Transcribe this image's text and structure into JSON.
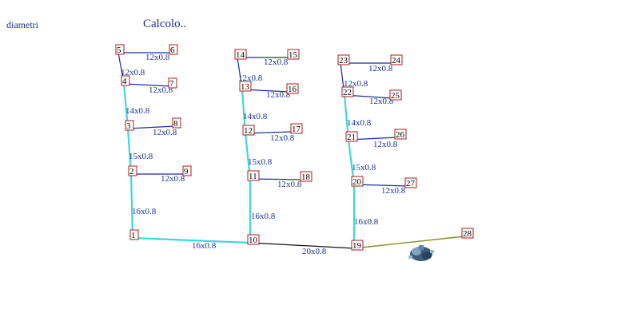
{
  "header": {
    "left_label": "diametri",
    "title": "Calcolo.."
  },
  "colors": {
    "riser": "#3fd6dc",
    "branch": "#1a2f9e",
    "main_dark": "#111111",
    "main_olive": "#8b8a2a",
    "node_border": "#b01818",
    "text": "#1a2f9e"
  },
  "diagram": {
    "nodes": [
      {
        "id": "1",
        "label": "1"
      },
      {
        "id": "2",
        "label": "2"
      },
      {
        "id": "3",
        "label": "3"
      },
      {
        "id": "4",
        "label": "4"
      },
      {
        "id": "5",
        "label": "5"
      },
      {
        "id": "6",
        "label": "6"
      },
      {
        "id": "7",
        "label": "7"
      },
      {
        "id": "8",
        "label": "8"
      },
      {
        "id": "9",
        "label": "9"
      },
      {
        "id": "10",
        "label": "10"
      },
      {
        "id": "11",
        "label": "11"
      },
      {
        "id": "12",
        "label": "12"
      },
      {
        "id": "13",
        "label": "13"
      },
      {
        "id": "14",
        "label": "14"
      },
      {
        "id": "15",
        "label": "15"
      },
      {
        "id": "16",
        "label": "16"
      },
      {
        "id": "17",
        "label": "17"
      },
      {
        "id": "18",
        "label": "18"
      },
      {
        "id": "19",
        "label": "19"
      },
      {
        "id": "20",
        "label": "20"
      },
      {
        "id": "21",
        "label": "21"
      },
      {
        "id": "22",
        "label": "22"
      },
      {
        "id": "23",
        "label": "23"
      },
      {
        "id": "24",
        "label": "24"
      },
      {
        "id": "25",
        "label": "25"
      },
      {
        "id": "26",
        "label": "26"
      },
      {
        "id": "27",
        "label": "27"
      },
      {
        "id": "28",
        "label": "28"
      }
    ],
    "edges": [
      {
        "from": "1",
        "to": "10",
        "label": "16x0.8",
        "kind": "riser"
      },
      {
        "from": "10",
        "to": "19",
        "label": "20x0.8",
        "kind": "main_dark"
      },
      {
        "from": "19",
        "to": "28",
        "label": "",
        "kind": "main_olive"
      },
      {
        "from": "1",
        "to": "2",
        "label": "16x0.8",
        "kind": "riser"
      },
      {
        "from": "2",
        "to": "3",
        "label": "15x0.8",
        "kind": "riser"
      },
      {
        "from": "3",
        "to": "4",
        "label": "14x0.8",
        "kind": "riser"
      },
      {
        "from": "4",
        "to": "5",
        "label": "12x0.8",
        "kind": "branch"
      },
      {
        "from": "5",
        "to": "6",
        "label": "12x0.8",
        "kind": "branch"
      },
      {
        "from": "4",
        "to": "7",
        "label": "12x0.8",
        "kind": "branch"
      },
      {
        "from": "3",
        "to": "8",
        "label": "12x0.8",
        "kind": "branch"
      },
      {
        "from": "2",
        "to": "9",
        "label": "12x0.8",
        "kind": "branch"
      },
      {
        "from": "10",
        "to": "11",
        "label": "16x0.8",
        "kind": "riser"
      },
      {
        "from": "11",
        "to": "12",
        "label": "15x0.8",
        "kind": "riser"
      },
      {
        "from": "12",
        "to": "13",
        "label": "14x0.8",
        "kind": "riser"
      },
      {
        "from": "13",
        "to": "14",
        "label": "12x0.8",
        "kind": "branch"
      },
      {
        "from": "14",
        "to": "15",
        "label": "12x0.8",
        "kind": "branch"
      },
      {
        "from": "13",
        "to": "16",
        "label": "12x0.8",
        "kind": "branch"
      },
      {
        "from": "12",
        "to": "17",
        "label": "12x0.8",
        "kind": "branch"
      },
      {
        "from": "11",
        "to": "18",
        "label": "12x0.8",
        "kind": "branch"
      },
      {
        "from": "19",
        "to": "20",
        "label": "16x0.8",
        "kind": "riser"
      },
      {
        "from": "20",
        "to": "21",
        "label": "15x0.8",
        "kind": "riser"
      },
      {
        "from": "21",
        "to": "22",
        "label": "14x0.8",
        "kind": "riser"
      },
      {
        "from": "22",
        "to": "23",
        "label": "12x0.8",
        "kind": "branch"
      },
      {
        "from": "23",
        "to": "24",
        "label": "12x0.8",
        "kind": "branch"
      },
      {
        "from": "22",
        "to": "25",
        "label": "12x0.8",
        "kind": "branch"
      },
      {
        "from": "21",
        "to": "26",
        "label": "12x0.8",
        "kind": "branch"
      },
      {
        "from": "20",
        "to": "27",
        "label": "12x0.8",
        "kind": "branch"
      }
    ]
  }
}
